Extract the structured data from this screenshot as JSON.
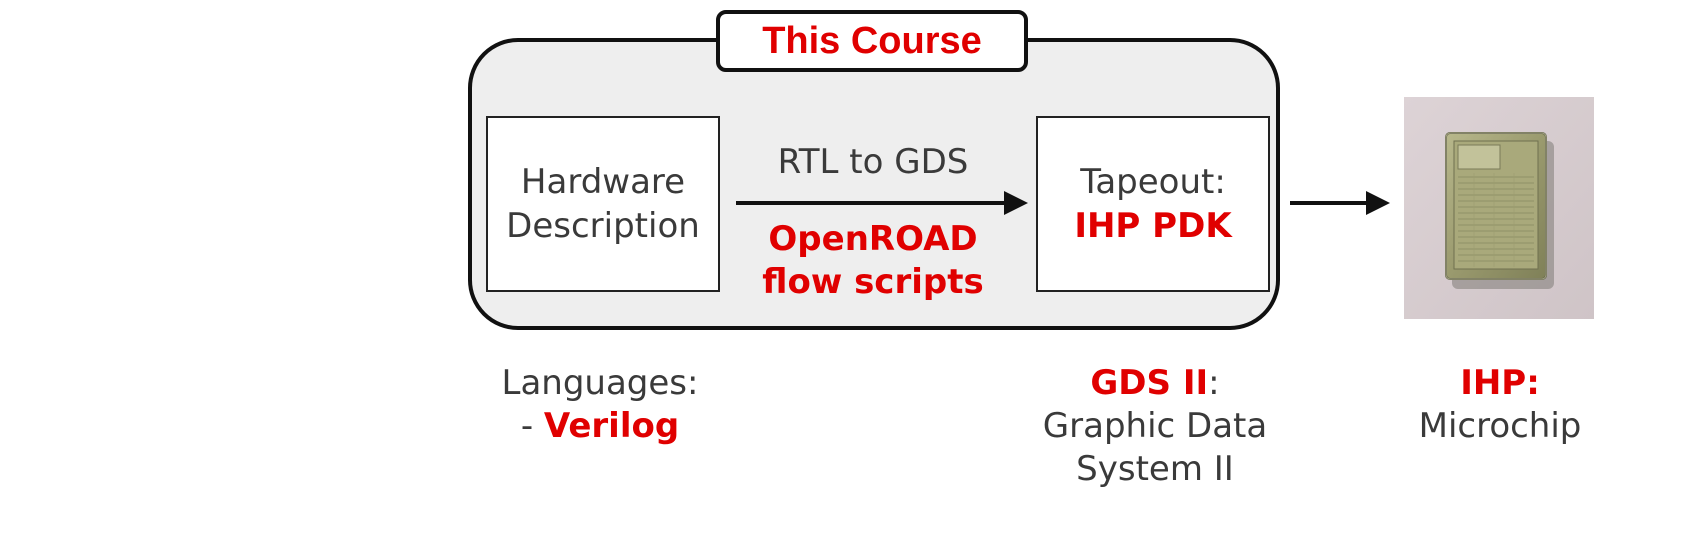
{
  "course": {
    "title": "This Course"
  },
  "hardware_box": {
    "line1": "Hardware",
    "line2": "Description"
  },
  "flow": {
    "top_label": "RTL to GDS",
    "tool_line1": "OpenROAD",
    "tool_line2": "flow scripts"
  },
  "tapeout_box": {
    "line1": "Tapeout:",
    "line2": "IHP PDK"
  },
  "captions": {
    "languages": {
      "heading": "Languages:",
      "prefix": "- ",
      "language": "Verilog"
    },
    "gds": {
      "name": "GDS II",
      "colon": ":",
      "line2": "Graphic Data",
      "line3": "System II"
    },
    "ihp": {
      "name": "IHP:",
      "line2": "Microchip"
    }
  },
  "colors": {
    "accent": "#e00000",
    "text": "#3a3a3a",
    "container_fill": "#eeeeee",
    "border": "#111111"
  }
}
